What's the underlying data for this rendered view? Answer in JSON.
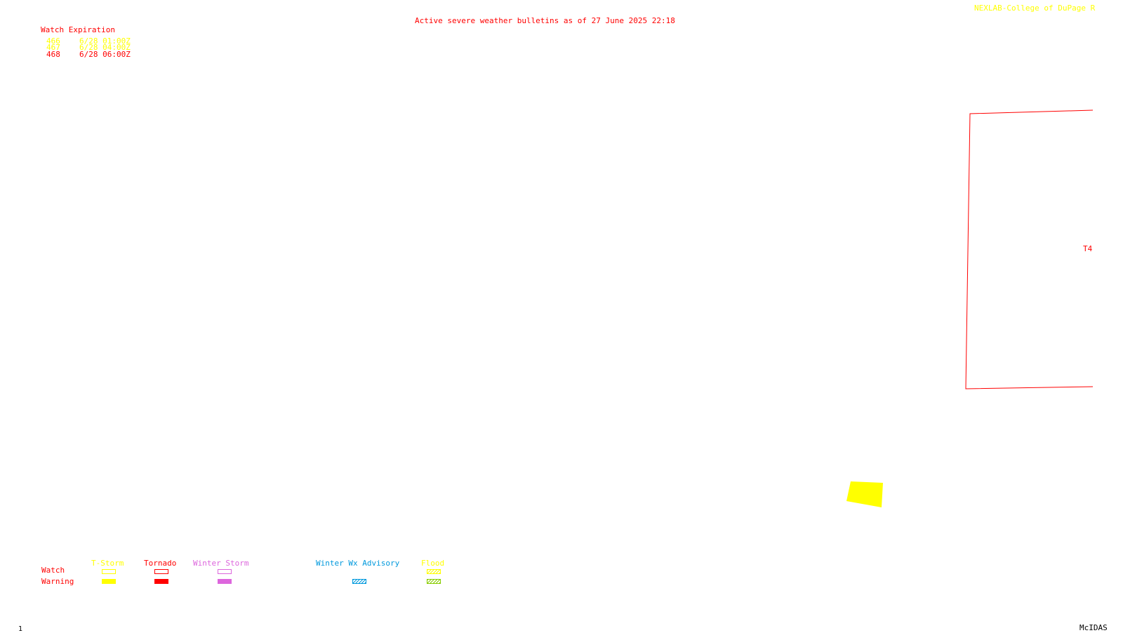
{
  "header": {
    "title": "Active severe weather bulletins as of 27 June 2025 22:18",
    "credit": "NEXLAB-College of DuPage R"
  },
  "expiration": {
    "heading": "Watch Expiration",
    "rows": [
      {
        "num": "466",
        "time": "6/28 01:00Z",
        "color": "#ffff00"
      },
      {
        "num": "467",
        "time": "6/28 04:00Z",
        "color": "#ffff00"
      },
      {
        "num": "468",
        "time": "6/28 06:00Z",
        "color": "#ff0000"
      }
    ]
  },
  "map": {
    "watch_label": "T4",
    "tornado_watch_color": "#ff0000",
    "tstorm_warning_color": "#ffff00"
  },
  "legend": {
    "row_watch": "Watch",
    "row_warning": "Warning",
    "categories": [
      {
        "label": "T-Storm",
        "color": "#ffff00"
      },
      {
        "label": "Tornado",
        "color": "#ff0000"
      },
      {
        "label": "Winter Storm",
        "color": "#dd66dd"
      },
      {
        "label": "Winter Wx Advisory",
        "color": "#0099dd"
      },
      {
        "label": "Flood",
        "color": "#ffff00"
      }
    ]
  },
  "footer": {
    "frame": "1",
    "software": "McIDAS"
  }
}
